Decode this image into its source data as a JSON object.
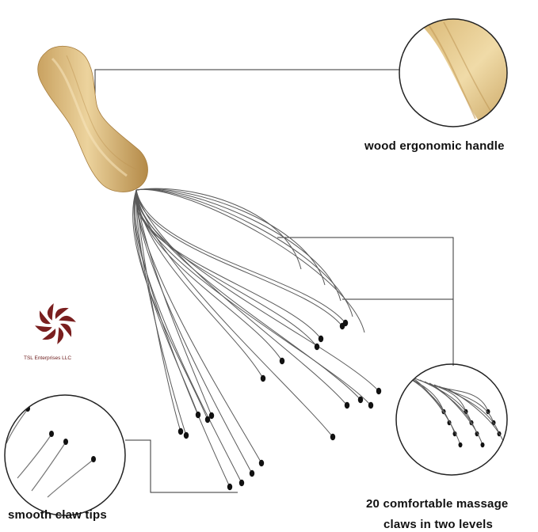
{
  "labels": {
    "handle": "wood ergonomic handle",
    "tips": "smooth claw tips",
    "claws_line1": "20 comfortable massage",
    "claws_line2": "claws in two levels"
  },
  "logo": {
    "text": "TSL Enterprises LLC",
    "color": "#7a1f1f"
  },
  "colors": {
    "wood_light": "#e2c68c",
    "wood_dark": "#b8904e",
    "wire": "#5a5a5a",
    "tip": "#111111",
    "callout_line": "#333333"
  },
  "product": {
    "claw_count": 20
  }
}
